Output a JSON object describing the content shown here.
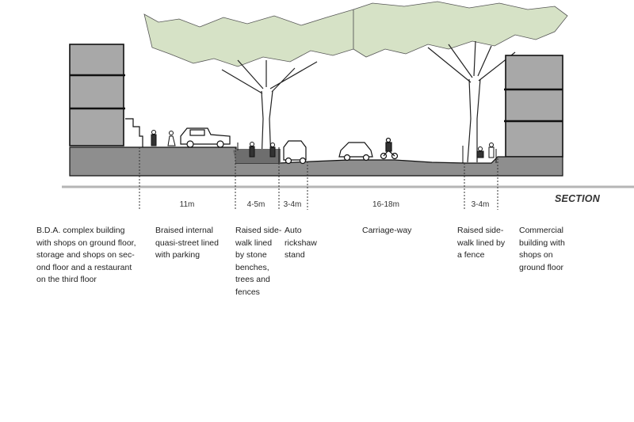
{
  "section_label": "SECTION",
  "colors": {
    "building": "#a8a8a8",
    "ground": "#8e8e8e",
    "foliage": "#d6e2c6",
    "line": "#111111"
  },
  "dimensions": [
    "11m",
    "4-5m",
    "3-4m",
    "16-18m",
    "3-4m"
  ],
  "zones": [
    "B.D.A. complex building\nwith shops on ground floor,\nstorage and shops on sec-\nond floor and a restaurant\non the third floor",
    "Braised internal\nquasi-street lined\nwith parking",
    "Raised side-\nwalk lined\nby stone\nbenches,\ntrees and\nfences",
    "Auto\nrickshaw\nstand",
    "Carriage-way",
    "Raised side-\nwalk lined by\na fence",
    "Commercial\nbuilding with\nshops on\nground floor"
  ]
}
